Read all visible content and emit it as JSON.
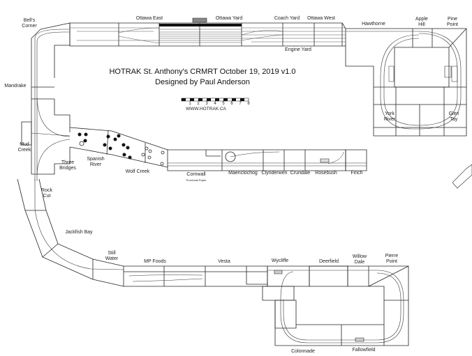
{
  "header": {
    "title": "HOTRAK St. Anthony's CRMRT October 19, 2019  v1.0",
    "subtitle": "Designed by Paul Anderson",
    "website": "WWW.HOTRAK.CA"
  },
  "scale_bar": {
    "ticks": [
      "1",
      "2",
      "3",
      "4",
      "5",
      "6",
      "7",
      "8"
    ]
  },
  "modules": {
    "bells_corner": "Bell's\nCorner",
    "ottawa_east": "Ottawa East",
    "ottawa_yard": "Ottawa Yard",
    "coach_yard": "Coach Yard",
    "ottawa_west": "Ottawa West",
    "engine_yard": "Engine Yard",
    "hawthorne": "Hawthorne",
    "apple_hill": "Apple\nHill",
    "pine_point": "Pine\nPoint",
    "york_river": "York\nRiver",
    "glen_tay": "Glen\nTay",
    "mandrake": "Mandrake",
    "mud_creek": "Mud\nCreek",
    "three_bridges": "Three\nBridges",
    "spanish_river": "Spanish\nRiver",
    "wolf_creek": "Wolf Creek",
    "cornwall": "Cornwall",
    "provincial_paper": "Provincial Paper",
    "maenclochog": "Maenclochog",
    "clynderwen": "Clynderwen",
    "crundale": "Crundale",
    "rosebush": "Rosebush",
    "finch": "Finch",
    "rock_cut": "Rock\nCut",
    "jackfish_bay": "Jackfish Bay",
    "still_water": "Still\nWater",
    "mp_foods": "MP Foods",
    "vesta": "Vesta",
    "wycliffe": "Wycliffe",
    "deerfield": "Deerfield",
    "willow_dale": "Willow\nDale",
    "pierre_point": "Pierre\nPoint",
    "colonnade": "Colonnade",
    "fallowfield": "Fallowfield"
  },
  "colors": {
    "line": "#222222",
    "track": "#333333",
    "yard_fill": "#111111",
    "grey": "#999999"
  }
}
